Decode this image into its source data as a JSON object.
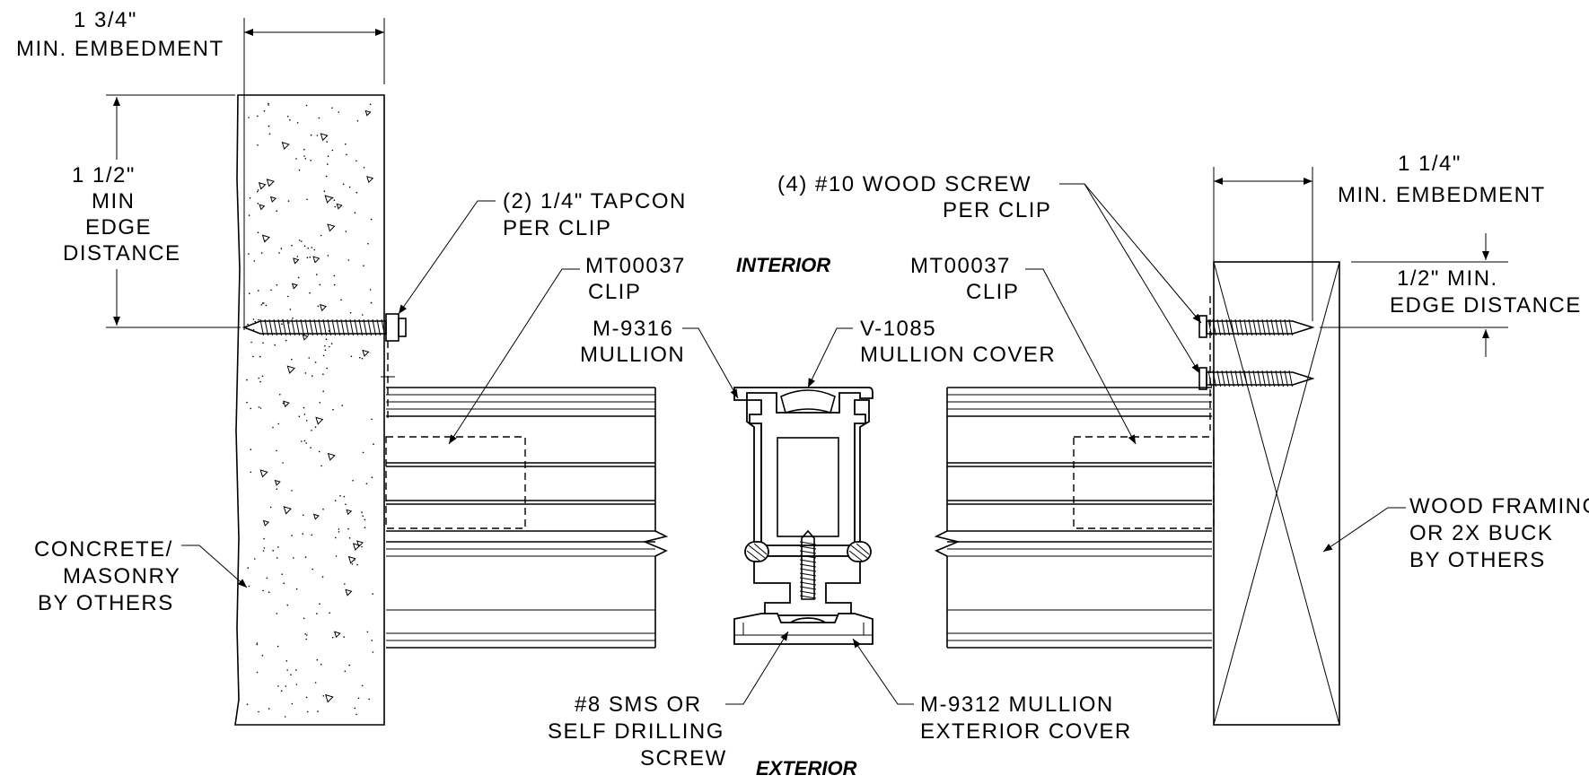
{
  "labels": {
    "embed_left_1": "1 3/4\"",
    "embed_left_2": "MIN. EMBEDMENT",
    "edge_left_1": "1 1/2\"",
    "edge_left_2": "MIN",
    "edge_left_3": "EDGE",
    "edge_left_4": "DISTANCE",
    "tapcon_1": "(2) 1/4\" TAPCON",
    "tapcon_2": "PER CLIP",
    "clip_left_1": "MT00037",
    "clip_left_2": "CLIP",
    "interior": "INTERIOR",
    "exterior": "EXTERIOR",
    "mullion_1": "M-9316",
    "mullion_2": "MULLION",
    "cover_1": "V-1085",
    "cover_2": "MULLION COVER",
    "woodscrew_1": "(4) #10 WOOD SCREW",
    "woodscrew_2": "PER CLIP",
    "clip_right_1": "MT00037",
    "clip_right_2": "CLIP",
    "embed_right_1": "1 1/4\"",
    "embed_right_2": "MIN. EMBEDMENT",
    "edge_right_1": "1/2\" MIN.",
    "edge_right_2": "EDGE DISTANCE",
    "concrete_1": "CONCRETE/",
    "concrete_2": "MASONRY",
    "concrete_3": "BY OTHERS",
    "wood_1": "WOOD FRAMING",
    "wood_2": "OR 2X BUCK",
    "wood_3": "BY OTHERS",
    "sms_1": "#8 SMS OR",
    "sms_2": "SELF DRILLING",
    "sms_3": "SCREW",
    "extcover_1": "M-9312 MULLION",
    "extcover_2": "EXTERIOR COVER"
  }
}
